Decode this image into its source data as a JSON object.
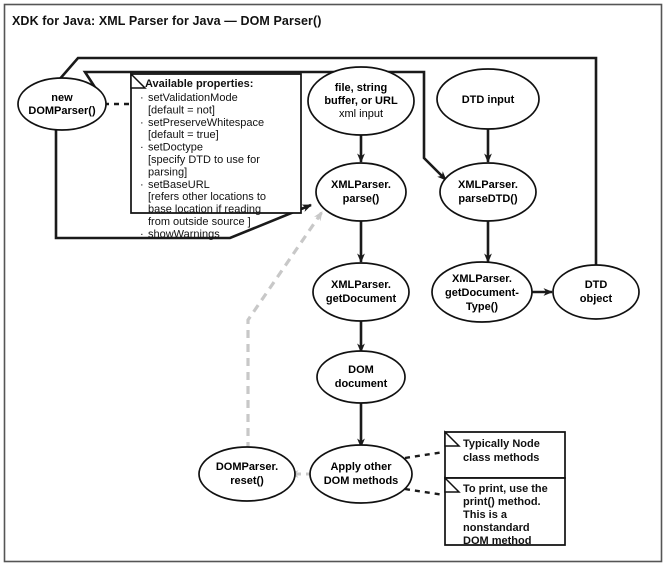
{
  "page": {
    "title": "XDK for Java: XML Parser for Java — DOM Parser()",
    "border_color": "#555555",
    "line_color": "#1a1a1a",
    "dashed_color": "#c8c8c8",
    "background": "#ffffff"
  },
  "nodes": {
    "new_domparser": {
      "line1": "new",
      "line2": "DOMParser()"
    },
    "xml_input": {
      "line1": "file, string",
      "line2": "buffer, or URL",
      "line3": "xml input"
    },
    "dtd_input": {
      "line1": "DTD input"
    },
    "parse": {
      "line1": "XMLParser.",
      "line2": "parse()"
    },
    "parse_dtd": {
      "line1": "XMLParser.",
      "line2": "parseDTD()"
    },
    "get_document": {
      "line1": "XMLParser.",
      "line2": "getDocument"
    },
    "get_document_type": {
      "line1": "XMLParser.",
      "line2": "getDocument-",
      "line3": "Type()"
    },
    "dtd_object": {
      "line1": "DTD",
      "line2": "object"
    },
    "dom_document": {
      "line1": "DOM",
      "line2": "document"
    },
    "apply_other": {
      "line1": "Apply other",
      "line2": "DOM methods"
    },
    "reset": {
      "line1": "DOMParser.",
      "line2": "reset()"
    }
  },
  "notes": {
    "properties": {
      "heading": "Available properties:",
      "items": [
        {
          "name": "setValidationMode",
          "detail": [
            "[default = not]"
          ]
        },
        {
          "name": "setPreserveWhitespace",
          "detail": [
            "[default = true]"
          ]
        },
        {
          "name": "setDoctype",
          "detail": [
            "[specify DTD to use for",
            "parsing]"
          ]
        },
        {
          "name": "setBaseURL",
          "detail": [
            "[refers other locations to",
            "base location if reading",
            "from outside source ]"
          ]
        },
        {
          "name": "showWarnings",
          "detail": []
        }
      ]
    },
    "node_methods": {
      "lines": [
        "Typically Node",
        "class methods"
      ]
    },
    "print_method": {
      "lines": [
        "To print, use the",
        "print() method.",
        "This is a",
        "nonstandard",
        "DOM method"
      ]
    }
  }
}
